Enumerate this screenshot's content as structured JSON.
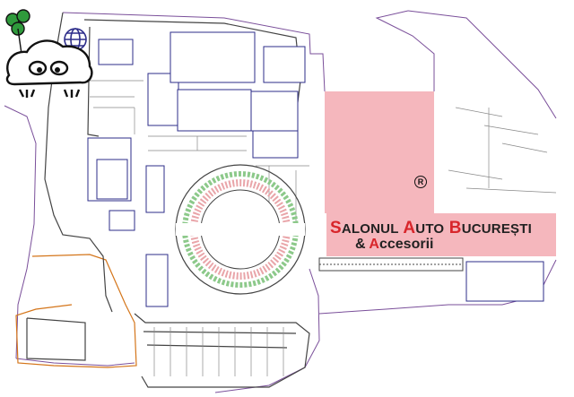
{
  "map": {
    "colors": {
      "highlight_zone": "#f5b7bd",
      "building_outline": "#2d2d8a",
      "wall_line": "#444444",
      "property_line": "#7a4f9a",
      "parking_line": "#d4751a",
      "green_seating": "#8cc98a",
      "pink_seating": "#e9a5a9",
      "accent_red": "#d8262b"
    }
  },
  "logo": {
    "title": {
      "w1_first": "S",
      "w1_rest": "ALONUL",
      "w2_first": "A",
      "w2_rest": "UTO",
      "w3_first": "B",
      "w3_rest": "UCUREȘTI"
    },
    "subtitle": {
      "amp": "&",
      "w_first": "A",
      "w_rest": "ccesorii"
    },
    "registered": "R",
    "icons": [
      "clover-icon",
      "globe-icon",
      "car-mascot-icon"
    ]
  }
}
